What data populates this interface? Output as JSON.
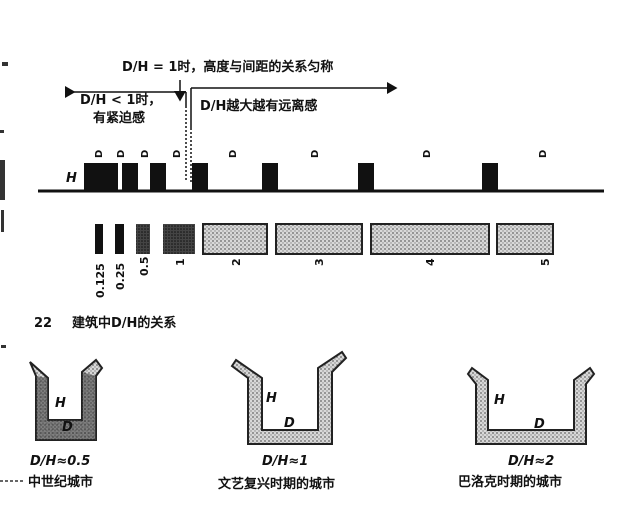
{
  "top_labels": {
    "equal": "D/H = 1时，高度与间距的关系匀称",
    "less": "D/H < 1时，",
    "less2": "有紧迫感",
    "more": "D/H越大越有远离感",
    "h": "H"
  },
  "ratios": [
    {
      "value": "0.125"
    },
    {
      "value": "0.25"
    },
    {
      "value": "0.5"
    },
    {
      "value": "1"
    },
    {
      "value": "2"
    },
    {
      "value": "3"
    },
    {
      "value": "4"
    },
    {
      "value": "5"
    }
  ],
  "figure": {
    "number": "22",
    "caption": "建筑中D/H的关系"
  },
  "sections": [
    {
      "ratio": "D/H≈0.5",
      "name": "中世纪城市"
    },
    {
      "ratio": "D/H≈1",
      "name": "文艺复兴时期的城市"
    },
    {
      "ratio": "D/H≈2",
      "name": "巴洛克时期的城市"
    }
  ],
  "section_labels": {
    "h": "H",
    "d": "D"
  },
  "colors": {
    "ink": "#111111",
    "stipple": "#9a9a9a",
    "bg": "#ffffff"
  }
}
